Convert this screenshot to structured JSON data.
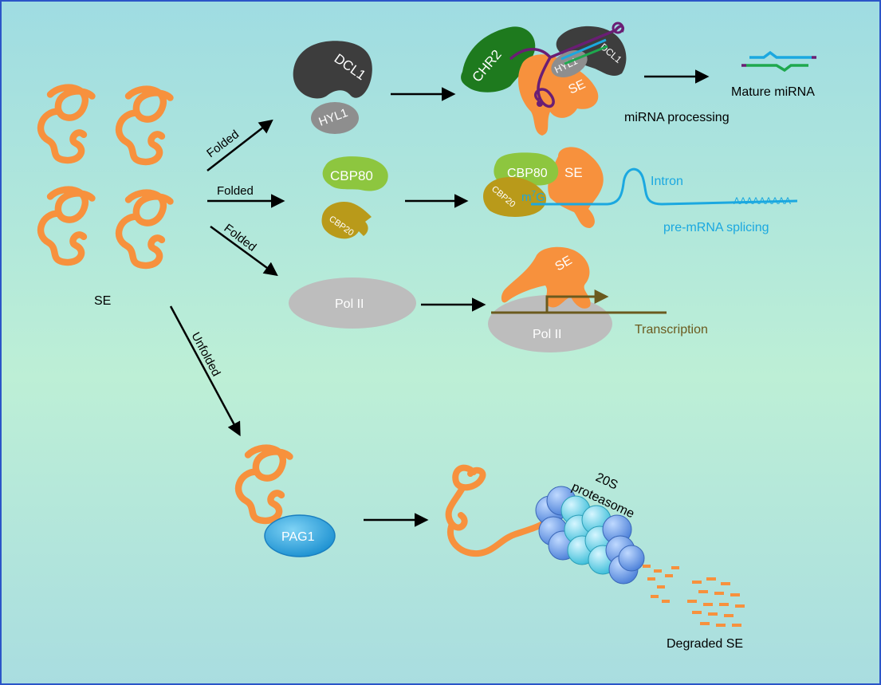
{
  "labels": {
    "se": "SE",
    "folded_1": "Folded",
    "folded_2": "Folded",
    "folded_3": "Folded",
    "unfolded": "Unfolded",
    "dcl1": "DCL1",
    "hyl1": "HYL1",
    "chr2": "CHR2",
    "hyl1_small": "HYL1",
    "dcl1_small": "DCL1",
    "se_complex_1": "SE",
    "mature_mirna": "Mature miRNA",
    "mirna_processing": "miRNA processing",
    "cbp80": "CBP80",
    "cbp20": "CBP20",
    "cbp80_complex": "CBP80",
    "cbp20_complex": "CBP20",
    "se_complex_2": "SE",
    "m7g_main": "m",
    "m7g_sup": "7",
    "m7g_g": "G",
    "intron": "Intron",
    "polya": "AAAAAAAAA",
    "pre_mrna_splicing": "pre-mRNA splicing",
    "pol2": "Pol II",
    "pol2_complex": "Pol II",
    "se_complex_3": "SE",
    "transcription": "Transcription",
    "pag1": "PAG1",
    "proteasome_line1": "20S",
    "proteasome_line2": "proteasome",
    "degraded_se": "Degraded SE"
  },
  "colors": {
    "se_orange": "#F7913D",
    "dcl1_dark": "#3D3D3D",
    "hyl1_gray": "#8E8E8E",
    "chr2_green": "#1E7A1E",
    "cbp80_green": "#8DC63F",
    "cbp20_olive": "#B99A1A",
    "pol2_gray": "#BDBDBD",
    "pag1_blue": "#29A3DC",
    "rna_cyan": "#1BA8E0",
    "mirna_purple": "#6A1E74",
    "transcription_brown": "#6B5A1E",
    "proteasome_blue": "#6FA8E8",
    "proteasome_cyan": "#7FD6E8"
  }
}
